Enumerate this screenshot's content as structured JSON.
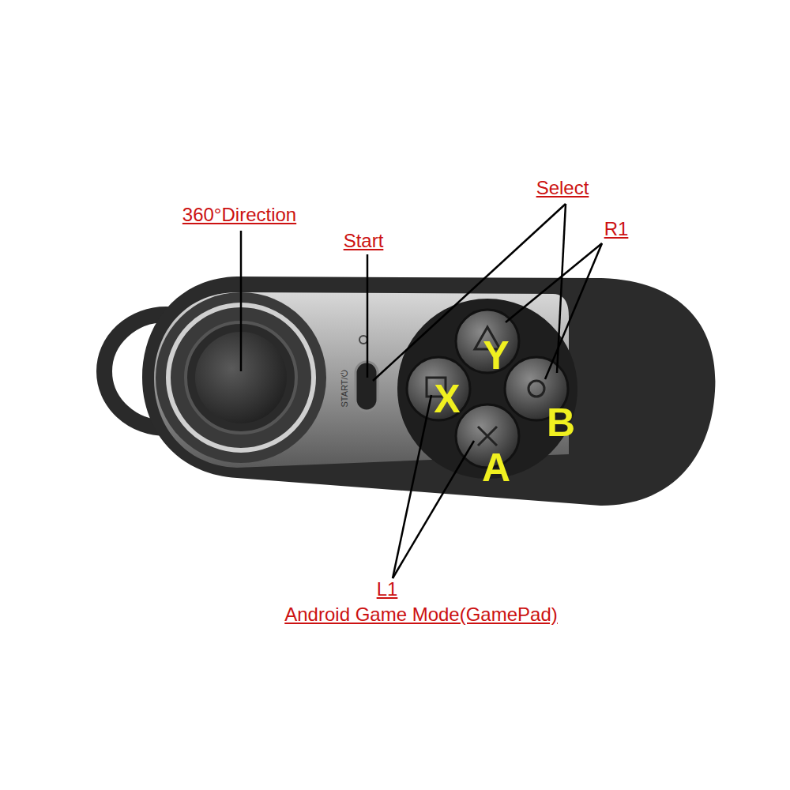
{
  "diagram": {
    "labels": [
      "360°Direction",
      "Start",
      "Select",
      "R1",
      "L1",
      "Android Game Mode(GamePad)",
      "Y",
      "X",
      "B",
      "A",
      "START/⏻"
    ]
  }
}
